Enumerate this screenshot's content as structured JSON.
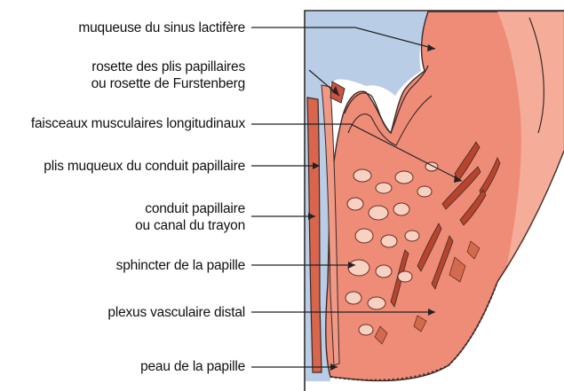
{
  "diagram": {
    "labels": [
      {
        "id": "sinus",
        "lines": [
          "muqueuse du sinus lactifère"
        ]
      },
      {
        "id": "rosette",
        "lines": [
          "rosette des plis papillaires",
          "ou rosette de Furstenberg"
        ]
      },
      {
        "id": "faisceaux",
        "lines": [
          "faisceaux musculaires longitudinaux"
        ]
      },
      {
        "id": "plis",
        "lines": [
          "plis muqueux du conduit papillaire"
        ]
      },
      {
        "id": "conduit",
        "lines": [
          "conduit papillaire",
          "ou canal du trayon"
        ]
      },
      {
        "id": "sphincter",
        "lines": [
          "sphincter de la papille"
        ]
      },
      {
        "id": "plexus",
        "lines": [
          "plexus vasculaire distal"
        ]
      },
      {
        "id": "peau",
        "lines": [
          "peau de la papille"
        ]
      }
    ]
  },
  "colors": {
    "tissue": "#ef8c78",
    "tissue_light": "#f6b5a3",
    "tissue_dark": "#b8442d",
    "lumen": "#b9cde6",
    "stroke": "#3a2a26",
    "leader": "#222222"
  }
}
